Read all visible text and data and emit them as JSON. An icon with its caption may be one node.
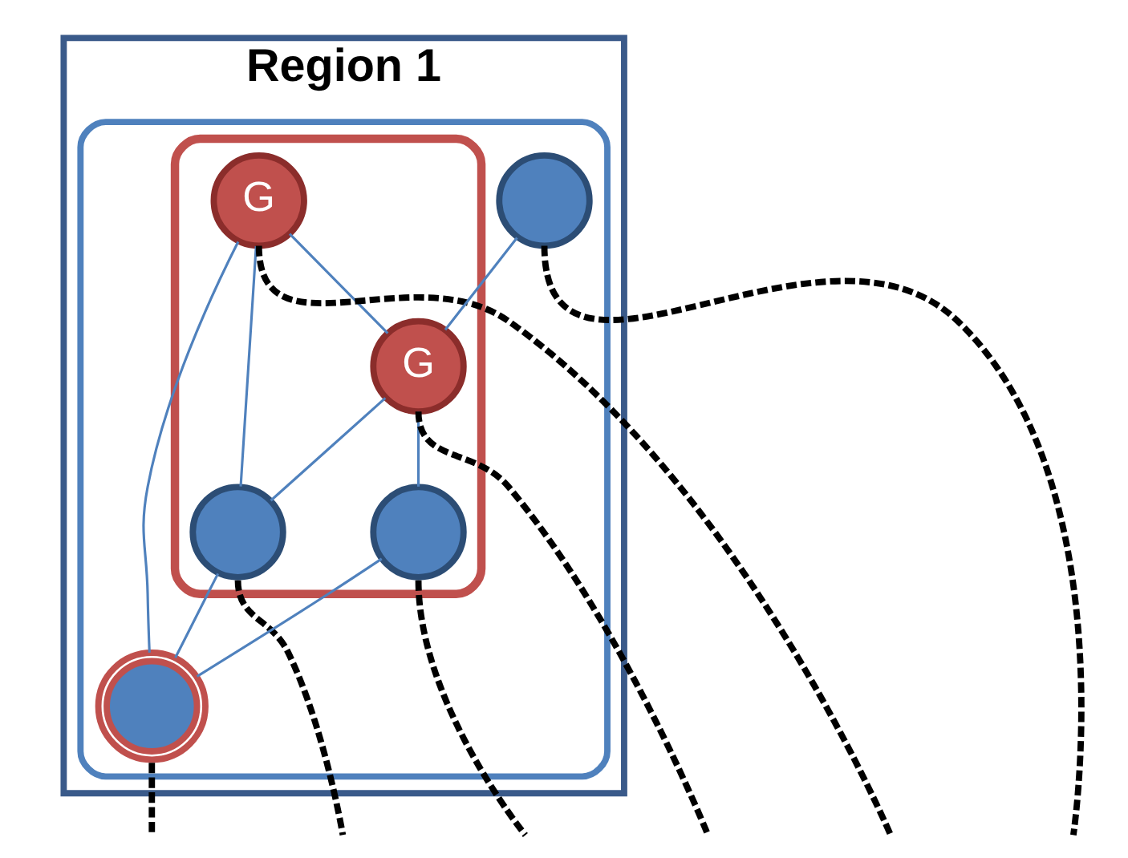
{
  "diagram": {
    "nodes": [
      {
        "text": [
          "Region 1"
        ]
      },
      {
        "text": [],
        "shape": "box",
        "in": 0
      },
      {
        "text": [],
        "shape": "loop",
        "in": 1
      },
      {
        "text": [],
        "shape": "circle",
        "in": 2
      },
      {
        "text": [
          "G"
        ],
        "in": 2
      },
      {
        "text": [],
        "shape": "circle",
        "in": 1
      },
      {
        "text": [],
        "shape": "circle",
        "in": 1
      },
      {
        "text": [],
        "shape": "circle",
        "in": 2
      },
      {
        "text": [
          "G"
        ],
        "in": 2
      }
    ],
    "edges": [
      {
        "from": 4,
        "to": 3,
        "arrow": "none"
      },
      {
        "from": 4,
        "to": 5,
        "arrow": "none"
      },
      {
        "from": 4,
        "to": 8,
        "arrow": "none"
      },
      {
        "from": 6,
        "to": 8,
        "arrow": "none"
      },
      {
        "from": 8,
        "to": 3,
        "arrow": "none"
      },
      {
        "from": 8,
        "to": 7,
        "arrow": "none"
      },
      {
        "from": 3,
        "to": 5,
        "arrow": "none"
      },
      {
        "from": 7,
        "to": 5,
        "arrow": "none"
      },
      {
        "from": 6,
        "to": null,
        "arrow": "none",
        "style": "dashed",
        "color": "#000000"
      },
      {
        "from": 4,
        "to": null,
        "arrow": "none",
        "style": "dashed",
        "color": "#000000"
      },
      {
        "from": 8,
        "to": null,
        "arrow": "none",
        "style": "dashed",
        "color": "#000000"
      },
      {
        "from": 3,
        "to": null,
        "arrow": "none",
        "style": "dashed",
        "color": "#000000"
      },
      {
        "from": 7,
        "to": null,
        "arrow": "none",
        "style": "dashed",
        "color": "#000000"
      },
      {
        "from": 5,
        "to": null,
        "arrow": "none",
        "style": "dashed",
        "color": "#000000"
      }
    ]
  }
}
